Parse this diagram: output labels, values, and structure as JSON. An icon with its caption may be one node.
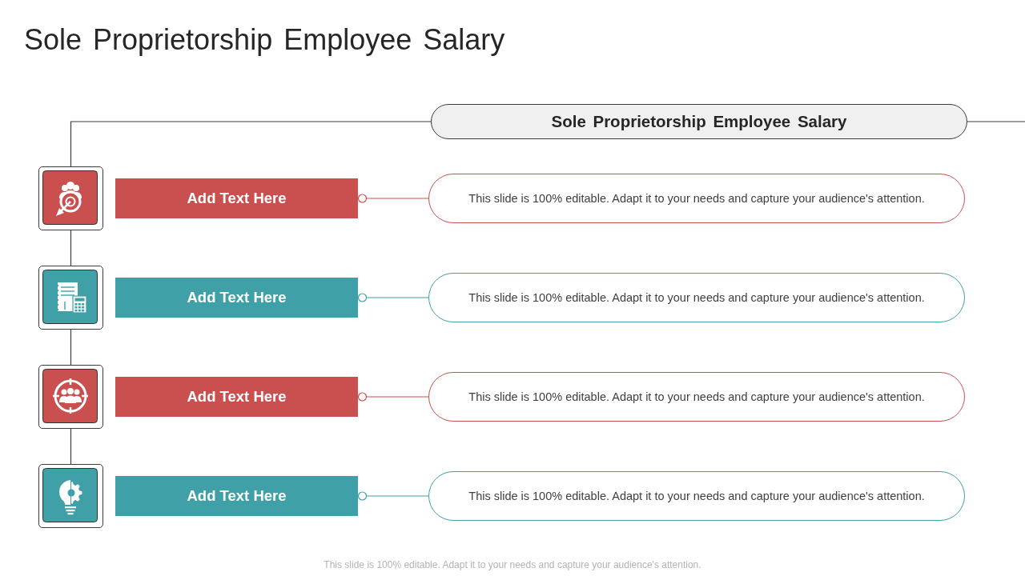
{
  "diagram": {
    "title": "Sole Proprietorship Employee Salary",
    "caption": "This slide is 100% editable. Adapt it to your needs and capture your audience's attention.",
    "nodes": [
      {
        "text": [
          "Sole Proprietorship Employee Salary"
        ]
      },
      {
        "text": [],
        "shape": "box"
      },
      {
        "text": [
          "Add Text Here"
        ]
      },
      {
        "text": [
          "This slide is 100% editable. Adapt it to your needs and capture your audience's attention."
        ]
      },
      {
        "text": [],
        "shape": "box"
      },
      {
        "text": [
          "Add Text Here"
        ]
      },
      {
        "text": [
          "This slide is 100% editable. Adapt it to your needs and capture your audience's attention."
        ]
      },
      {
        "text": [],
        "shape": "box"
      },
      {
        "text": [
          "Add Text Here"
        ]
      },
      {
        "text": [
          "This slide is 100% editable. Adapt it to your needs and capture your audience's attention."
        ]
      },
      {
        "text": [],
        "shape": "box"
      },
      {
        "text": [
          "Add Text Here"
        ]
      },
      {
        "text": [
          "This slide is 100% editable. Adapt it to your needs and capture your audience's attention."
        ]
      }
    ],
    "edges": [
      {
        "from": 0,
        "to": 1,
        "arrow": "none"
      },
      {
        "from": 0,
        "to": null,
        "arrow": "none"
      },
      {
        "from": 1,
        "to": 4,
        "arrow": "none"
      },
      {
        "from": 4,
        "to": 7,
        "arrow": "none"
      },
      {
        "from": 7,
        "to": 10,
        "arrow": "none"
      },
      {
        "from": 2,
        "to": 3,
        "arrow": "other",
        "color": "#c9504f"
      },
      {
        "from": 5,
        "to": 6,
        "arrow": "other",
        "color": "#3fa0a7"
      },
      {
        "from": 8,
        "to": 9,
        "arrow": "other",
        "color": "#c9504f"
      },
      {
        "from": 11,
        "to": 12,
        "arrow": "other",
        "color": "#3fa0a7"
      }
    ]
  }
}
